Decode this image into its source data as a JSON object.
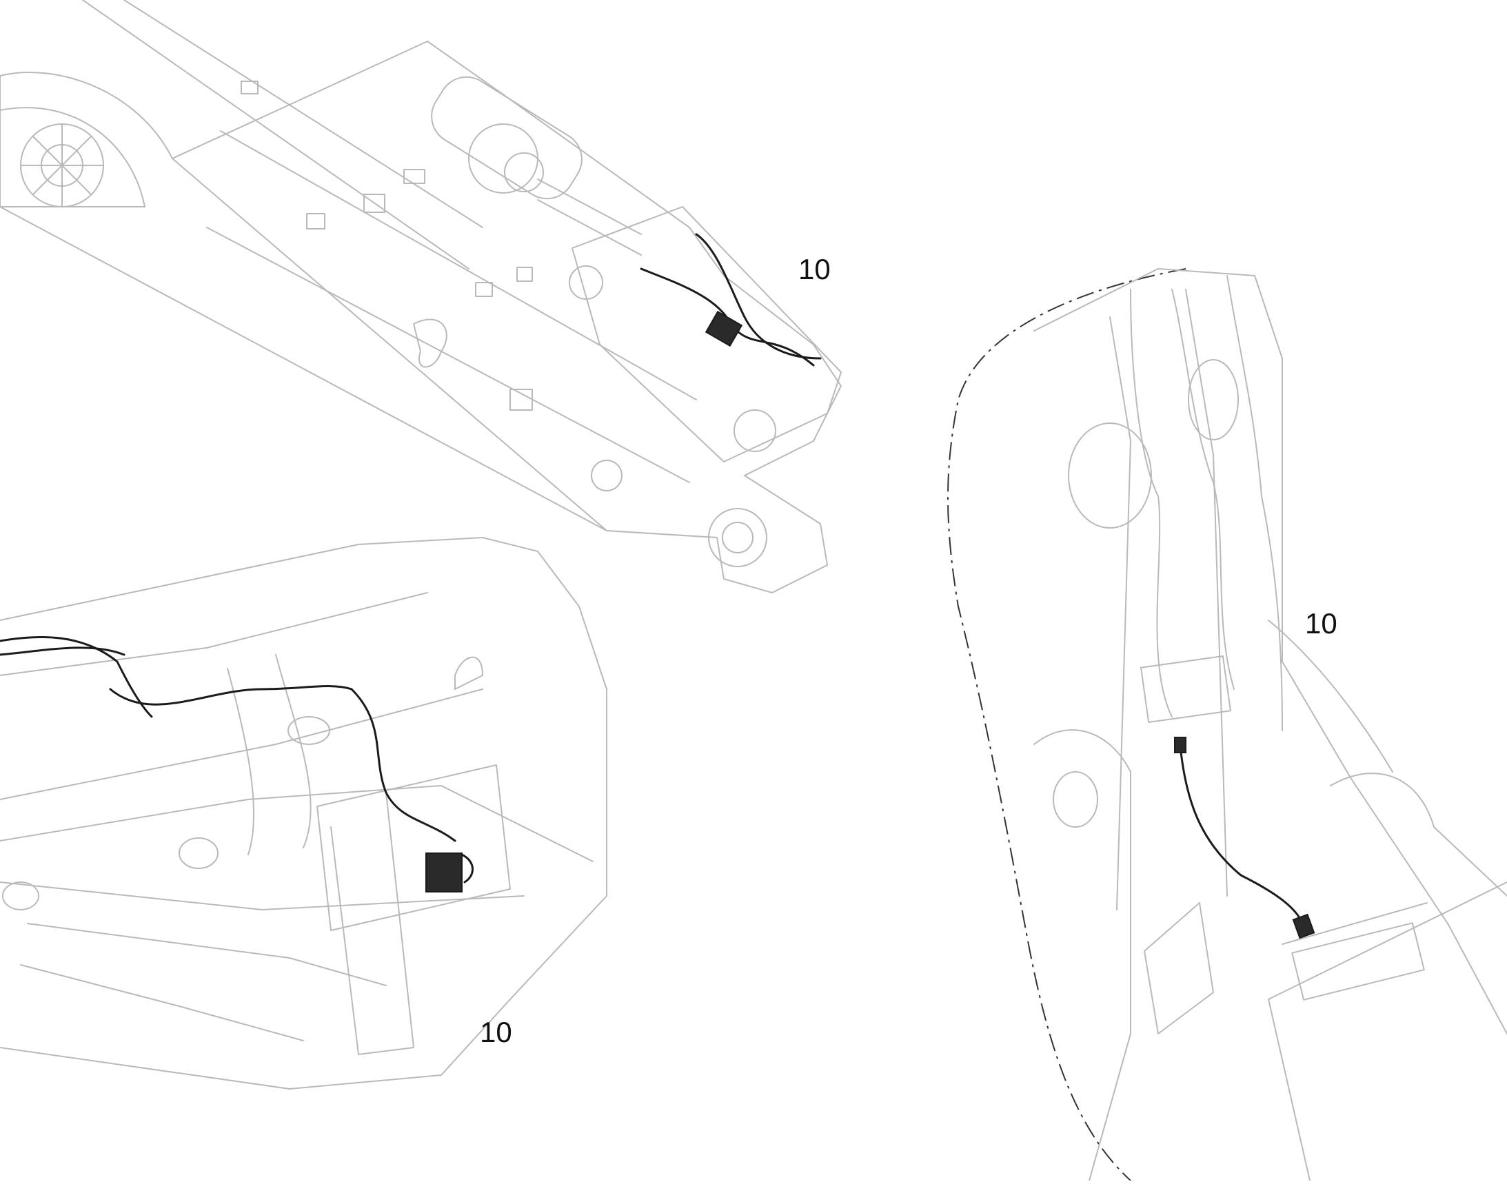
{
  "callouts": {
    "top": "10",
    "right": "10",
    "bottom": "10"
  },
  "colors": {
    "outline": "#b9b9b9",
    "hose": "#1b1b1b",
    "background": "#ffffff"
  }
}
